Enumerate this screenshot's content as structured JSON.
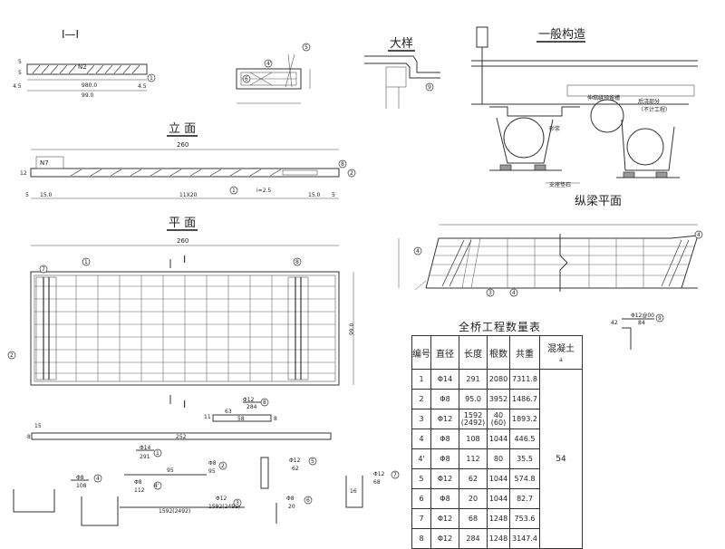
{
  "section_mark": "Ⅰ—Ⅰ",
  "section_mark_left": "Ⅰ",
  "section_mark_right": "Ⅰ",
  "views": {
    "elevation": "立 面",
    "plan": "平 面",
    "detail": "大样",
    "general": "一般构造",
    "longitudinal": "纵梁平面"
  },
  "section_dims": {
    "n2": "N2",
    "d5_top": "5",
    "d5_bot": "5",
    "d45a": "4.5",
    "d45b": "4.5",
    "d980": "980.0",
    "d990": "99.0"
  },
  "general_labels": {
    "joint": "伸缩缝预留槽",
    "cast": "后浇部分",
    "cast_note": "（不计工程）",
    "sand": "砂浆",
    "bearing": "支座垫石"
  },
  "elevation_dims": {
    "total": "260",
    "n7": "N7",
    "h": "12",
    "bottom5a": "5",
    "bottom5b": "5",
    "seg_left": "15.0",
    "seg_mid": "11X20",
    "seg_right": "15.0",
    "slope": "i=2.5"
  },
  "plan_dims": {
    "total": "260",
    "height": "99.0"
  },
  "circles": [
    "1",
    "2",
    "3",
    "4",
    "4'",
    "5",
    "6",
    "7",
    "8"
  ],
  "callouts": {
    "c8_top_dia": "Φ12",
    "c8_top_len": "284",
    "c8_shape_a": "63",
    "c8_shape_b": "58",
    "c8_shape_c": "11",
    "c8_shape_d": "8",
    "c1_dia": "Φ14",
    "c1_len": "291",
    "c1_shape_len": "252",
    "c1_shape_h": "15",
    "c1_shape_end": "8",
    "c2_dia": "Φ8",
    "c2_len": "95",
    "c2_shape_len": "95",
    "c5_dia": "Φ12",
    "c5_len": "62",
    "c7_dia": "Φ12",
    "c7_len": "68",
    "c7_shape": "16",
    "c4_dia": "Φ8",
    "c4_len": "108",
    "c4p_dia": "Φ8",
    "c4p_len": "112",
    "c3_dia": "Φ12",
    "c3_len": "1592(2492)",
    "c3_shape_len": "1592(2492)",
    "c6_dia": "Φ8",
    "c6_len": "20",
    "c9_dia": "Φ12@00",
    "c9_a": "42",
    "c9_b": "84"
  },
  "table": {
    "title": "全桥工程数量表",
    "headers": {
      "no": "编号",
      "diameter": "直径",
      "length": "长度",
      "count": "根数",
      "total": "共重",
      "concrete": "混凝土",
      "concrete_unit": "a"
    },
    "rows": [
      {
        "no": "1",
        "diameter": "Φ14",
        "length": "291",
        "count": "2080",
        "total": "7311.8"
      },
      {
        "no": "2",
        "diameter": "Φ8",
        "length": "95.0",
        "count": "3952",
        "total": "1486.7"
      },
      {
        "no": "3",
        "diameter": "Φ12",
        "length": "1592\n(2492)",
        "count": "40\n(60)",
        "total": "1893.2"
      },
      {
        "no": "4",
        "diameter": "Φ8",
        "length": "108",
        "count": "1044",
        "total": "446.5"
      },
      {
        "no": "4'",
        "diameter": "Φ8",
        "length": "112",
        "count": "80",
        "total": "35.5"
      },
      {
        "no": "5",
        "diameter": "Φ12",
        "length": "62",
        "count": "1044",
        "total": "574.8"
      },
      {
        "no": "6",
        "diameter": "Φ8",
        "length": "20",
        "count": "1044",
        "total": "82.7"
      },
      {
        "no": "7",
        "diameter": "Φ12",
        "length": "68",
        "count": "1248",
        "total": "753.6"
      },
      {
        "no": "8",
        "diameter": "Φ12",
        "length": "284",
        "count": "1248",
        "total": "3147.4"
      }
    ],
    "concrete_value": "54"
  },
  "colors": {
    "line": "#333333",
    "paper": "#ffffff"
  }
}
